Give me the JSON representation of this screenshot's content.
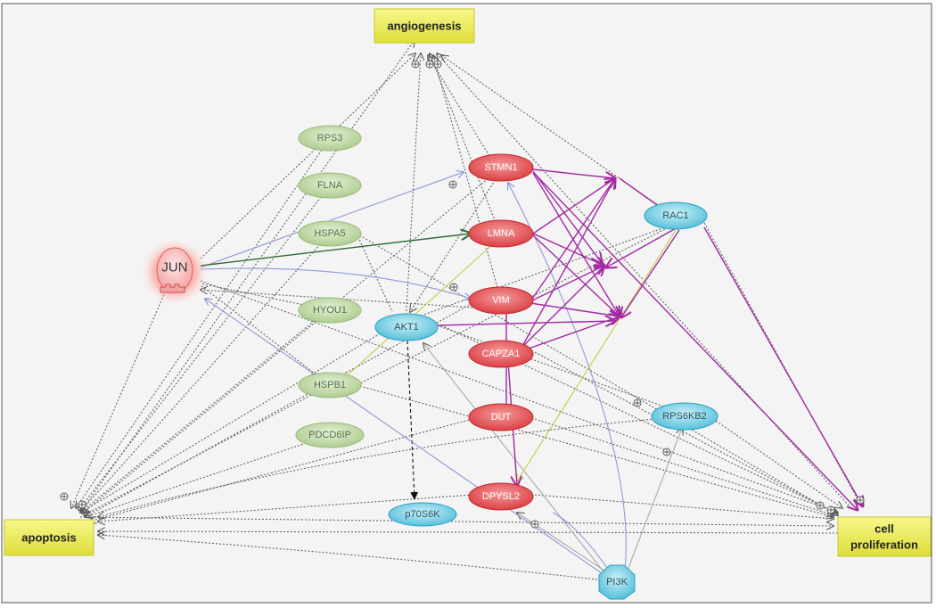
{
  "processes": {
    "angiogenesis": "angiogenesis",
    "apoptosis": "apoptosis",
    "cell_proliferation_line1": "cell",
    "cell_proliferation_line2": "proliferation"
  },
  "nodes": {
    "jun": "JUN",
    "rps3": "RPS3",
    "flna": "FLNA",
    "hspa5": "HSPA5",
    "hyou1": "HYOU1",
    "hspb1": "HSPB1",
    "pdcd6ip": "PDCD6IP",
    "stmn1": "STMN1",
    "lmna": "LMNA",
    "vim": "VIM",
    "capza1": "CAPZA1",
    "dut": "DUT",
    "dpysl2": "DPYSL2",
    "akt1": "AKT1",
    "rac1": "RAC1",
    "rps6kb2": "RPS6KB2",
    "p70s6k": "p70S6K",
    "pi3k": "PI3K"
  },
  "colors": {
    "green_node": "#b7d39a",
    "red_node": "#e2565a",
    "blue_node": "#6fcbe0",
    "process_box": "#eeee66",
    "magenta_edge": "#a22aa2",
    "blue_edge": "#8f99d6",
    "yellow_edge": "#c9c94a",
    "dotted_edge": "#666666"
  }
}
